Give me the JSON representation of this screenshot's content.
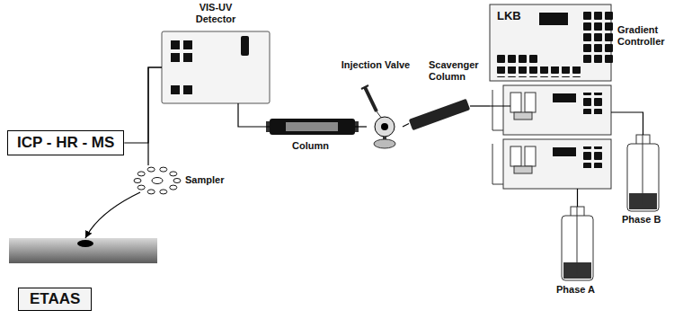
{
  "diagram": {
    "nodes": [
      {
        "text": [
          "VIS-UV Detector"
        ]
      },
      {
        "text": [
          "ICP - HR - MS"
        ]
      },
      {
        "text": [
          "Sampler"
        ]
      },
      {
        "text": [
          "ETAAS"
        ]
      },
      {
        "text": [
          "Column"
        ]
      },
      {
        "text": [
          "Injection Valve"
        ]
      },
      {
        "text": [
          "Scavenger Column"
        ]
      },
      {
        "text": [
          "LKB",
          "Gradient Controller"
        ]
      },
      {
        "text": [
          "Phase B"
        ]
      },
      {
        "text": [
          "Phase A"
        ]
      }
    ],
    "edges": [
      {
        "from": 0,
        "to": 1,
        "arrow": "none"
      },
      {
        "from": 0,
        "to": 2,
        "arrow": "none"
      },
      {
        "from": 2,
        "to": 3,
        "arrow": "to"
      },
      {
        "from": 4,
        "to": 0,
        "arrow": "none"
      },
      {
        "from": 5,
        "to": 4,
        "arrow": "none"
      },
      {
        "from": 6,
        "to": 5,
        "arrow": "none"
      },
      {
        "from": 7,
        "to": 6,
        "arrow": "none"
      },
      {
        "from": 9,
        "to": 7,
        "arrow": "none"
      },
      {
        "from": 8,
        "to": 7,
        "arrow": "none"
      }
    ]
  }
}
